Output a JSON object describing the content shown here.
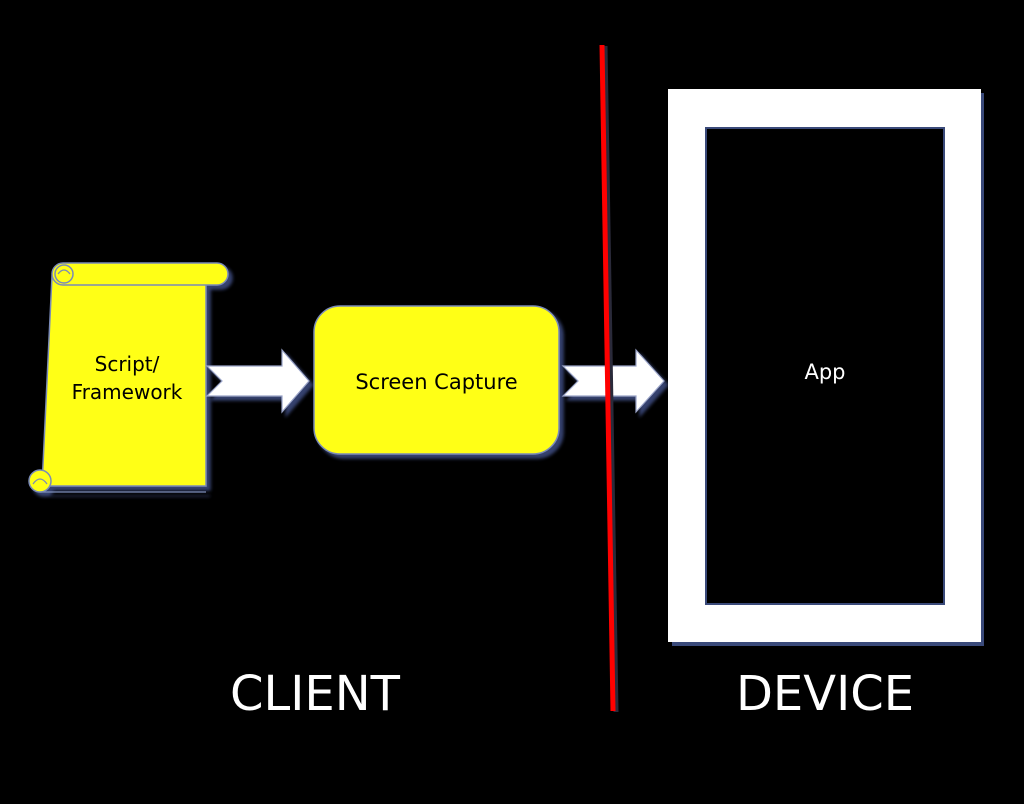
{
  "nodes": {
    "script": "Script/\nFramework",
    "capture": "Screen Capture",
    "app": "App"
  },
  "regions": {
    "client": "CLIENT",
    "device": "DEVICE"
  },
  "colors": {
    "background": "#000000",
    "node_fill": "#ffff14",
    "node_stroke": "#7a8ab8",
    "arrow_fill": "#ffffff",
    "divider": "#ff0000",
    "device_frame": "#ffffff"
  }
}
